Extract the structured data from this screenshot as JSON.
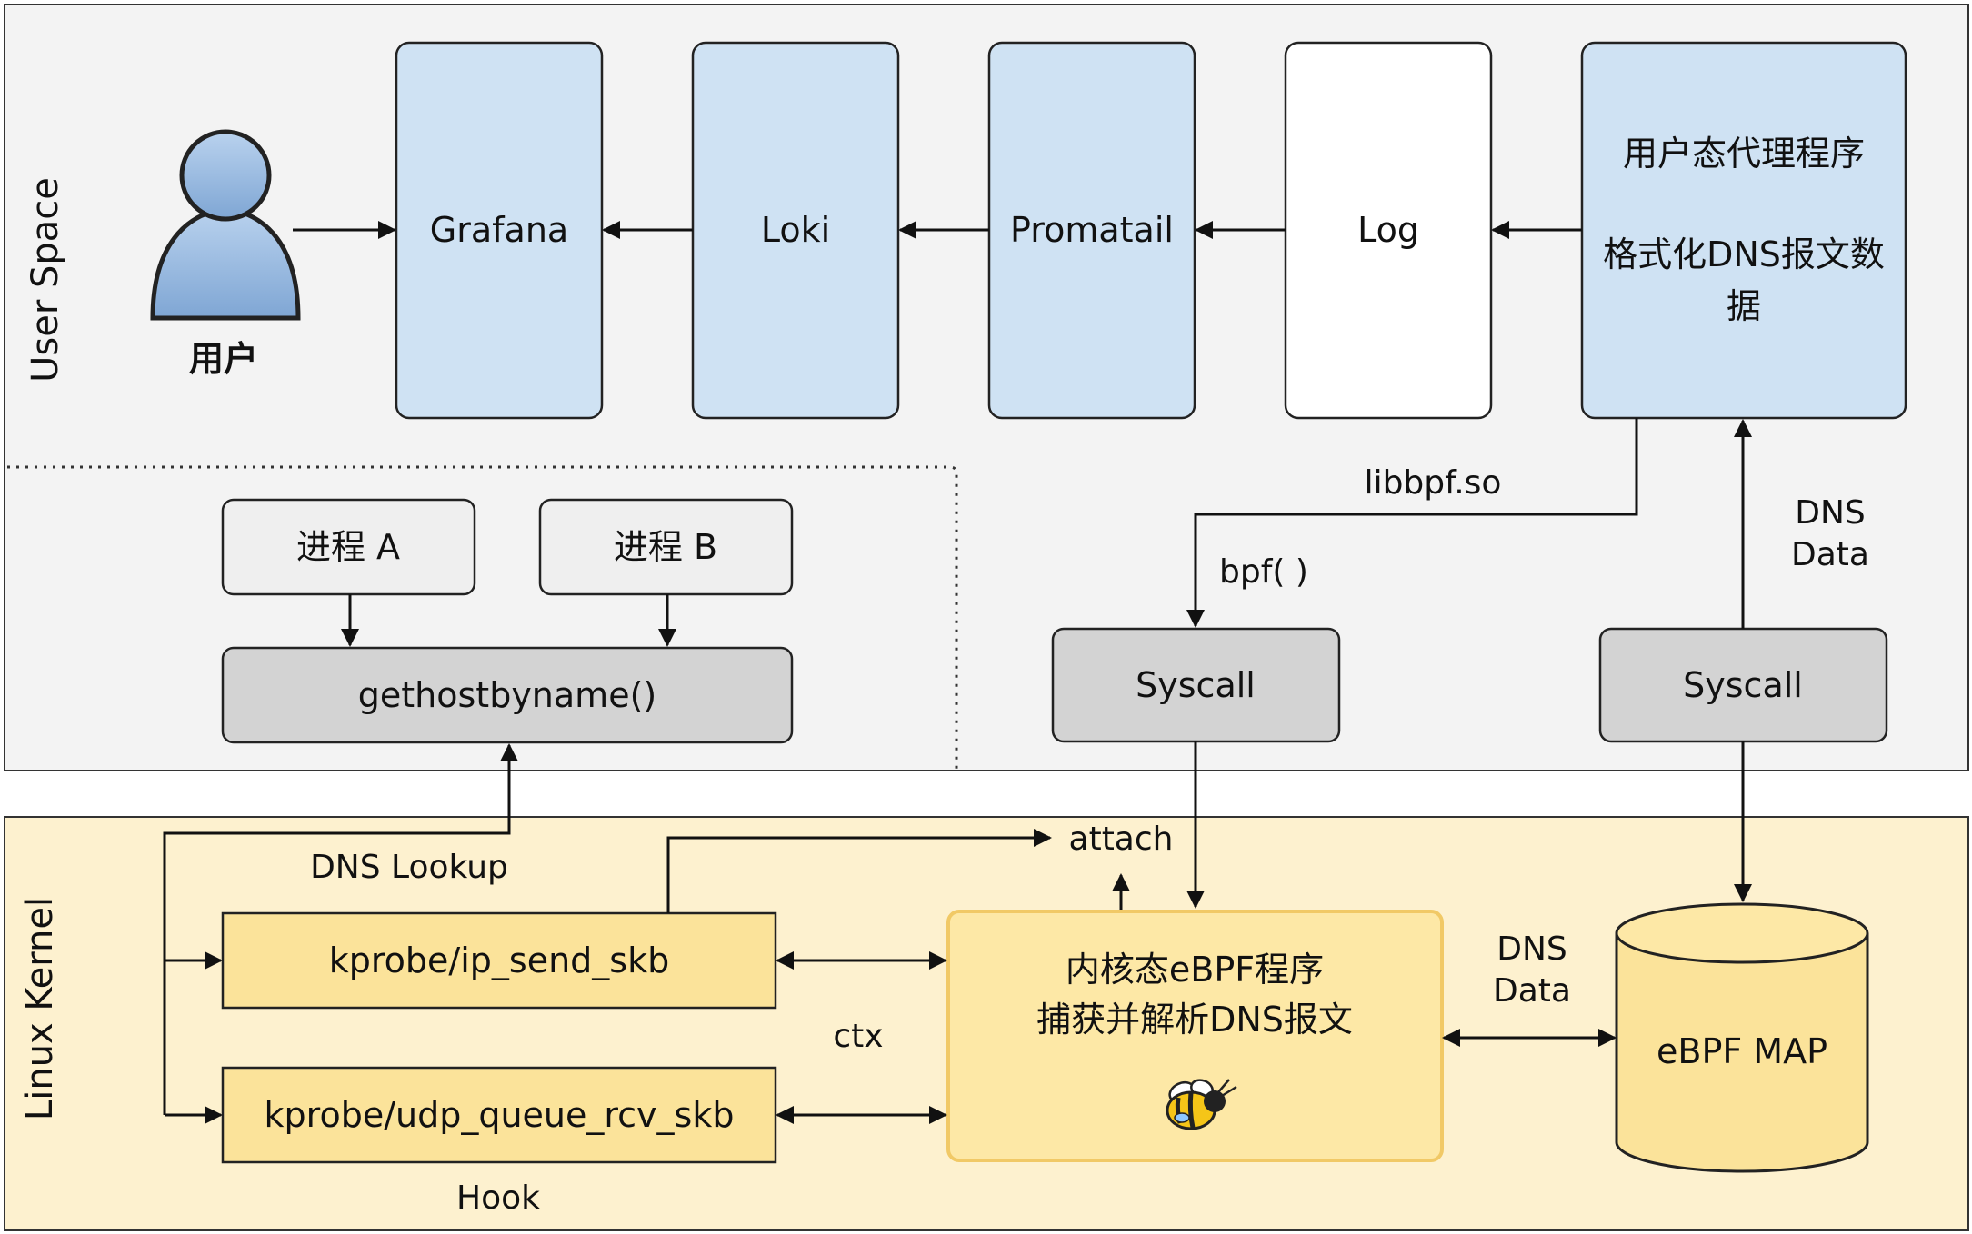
{
  "regions": {
    "user_space": "User Space",
    "linux_kernel": "Linux Kernel"
  },
  "user": {
    "label": "用户"
  },
  "boxes": {
    "grafana": "Grafana",
    "loki": "Loki",
    "promtail": "Promatail",
    "log": "Log",
    "user_agent": [
      "用户态代理程序",
      "格式化DNS报文数",
      "据"
    ],
    "process_a": "进程 A",
    "process_b": "进程 B",
    "gethostbyname": "gethostbyname()",
    "syscall_left": "Syscall",
    "syscall_right": "Syscall",
    "kprobe_send": "kprobe/ip_send_skb",
    "kprobe_recv": "kprobe/udp_queue_rcv_skb",
    "ebpf_program": [
      "内核态eBPF程序",
      "捕获并解析DNS报文"
    ],
    "ebpf_map": "eBPF MAP"
  },
  "edge_labels": {
    "libbpf": "libbpf.so",
    "bpf_call": "bpf( )",
    "dns_data_top": [
      "DNS",
      "Data"
    ],
    "dns_data_kernel": [
      "DNS",
      "Data"
    ],
    "dns_lookup": "DNS Lookup",
    "attach": "attach",
    "ctx": "ctx",
    "hook": "Hook"
  },
  "colors": {
    "user_space_bg": "#f3f3f3",
    "kernel_bg": "#fdf1cf",
    "blue_box": "#cfe2f3",
    "gray_box": "#d3d3d3",
    "light_gray_box": "#efefef",
    "yellow_box": "#fbe39a",
    "ebpf_program_bg": "#fde8a6",
    "ebpf_program_border": "#f1c966",
    "user_icon": "#8eb3dd"
  },
  "icons": {
    "user": "person-icon",
    "ebpf": "bee-icon"
  }
}
